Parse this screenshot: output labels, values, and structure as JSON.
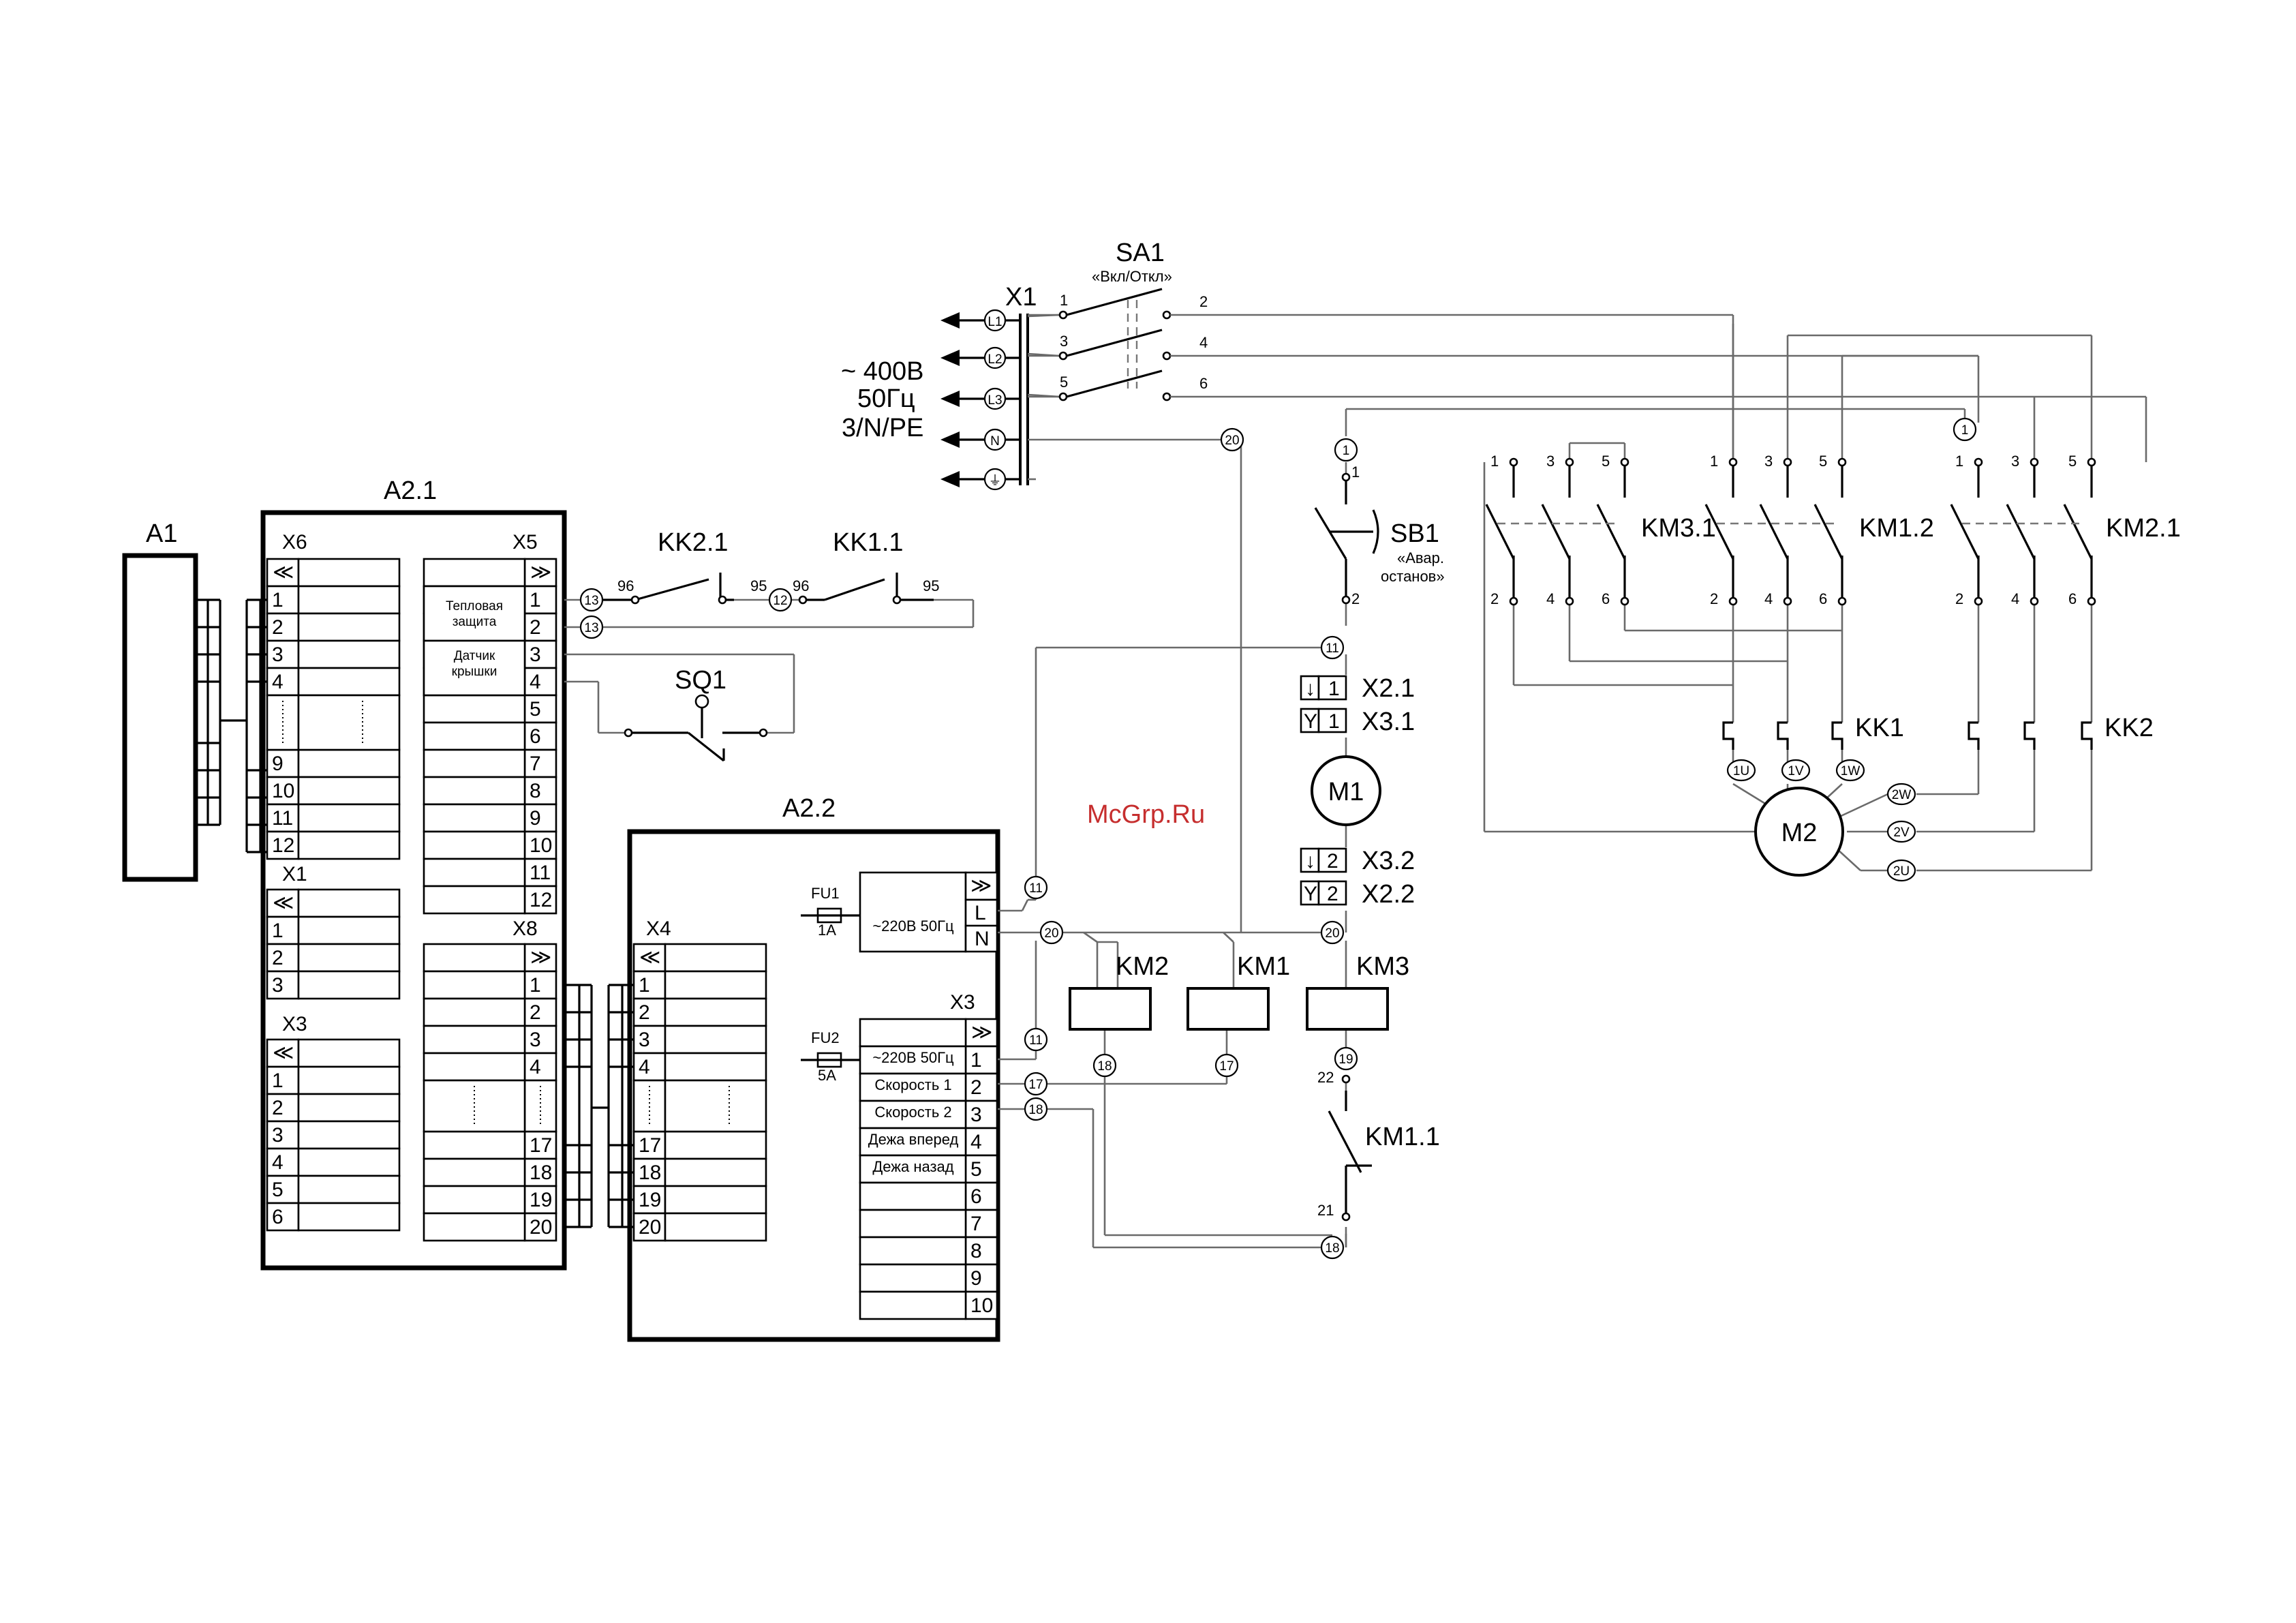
{
  "designations": {
    "a1": "A1",
    "a21": "A2.1",
    "a22": "A2.2",
    "x1": "X1",
    "sa1": "SA1",
    "sa1_desc": "«Вкл/Откл»",
    "supply_voltage": "~ 400В",
    "supply_freq": "50Гц",
    "supply_system": "3/N/PE",
    "kk21": "KK2.1",
    "kk11": "KK1.1",
    "sq1": "SQ1",
    "sb1": "SB1",
    "sb1_desc1": "«Авар.",
    "sb1_desc2": "останов»",
    "x21": "X2.1",
    "x31": "X3.1",
    "x32": "X3.2",
    "x22": "X2.2",
    "m1": "M1",
    "m2": "M2",
    "km31": "KM3.1",
    "km12": "KM1.2",
    "km21": "KM2.1",
    "kk1": "KK1",
    "kk2": "KK2",
    "km2": "KM2",
    "km1": "KM1",
    "km3": "KM3",
    "km11": "KM1.1",
    "fu1": "FU1",
    "fu1_rating": "1A",
    "fu2": "FU2",
    "fu2_rating": "5A"
  },
  "input_terminals": [
    "L1",
    "L2",
    "L3",
    "N",
    "⏚"
  ],
  "sa1_poles": {
    "in": [
      "1",
      "3",
      "5"
    ],
    "out": [
      "2",
      "4",
      "6"
    ]
  },
  "kk_pins": {
    "kk21_left": "96",
    "kk21_right": "95",
    "kk11_left": "96",
    "kk11_right": "95"
  },
  "sb1_pins": {
    "top": "1",
    "bottom": "2"
  },
  "km11_pins": {
    "top": "22",
    "bottom": "21"
  },
  "contactor_pins": {
    "top": [
      "1",
      "3",
      "5"
    ],
    "bottom": [
      "2",
      "4",
      "6"
    ]
  },
  "wire_markers": {
    "w1": "1",
    "w11": "11",
    "w12": "12",
    "w13": "13",
    "w17": "17",
    "w18": "18",
    "w19": "19",
    "w20": "20"
  },
  "m2_terminals": [
    "1U",
    "1V",
    "1W",
    "2W",
    "2V",
    "2U"
  ],
  "a21_blocks": {
    "x6": {
      "title": "X6",
      "arrow": "≪",
      "rows": [
        "1",
        "2",
        "3",
        "4",
        "9",
        "10",
        "11",
        "12"
      ]
    },
    "x5": {
      "title": "X5",
      "arrow": "≫",
      "rows": [
        "1",
        "2",
        "3",
        "4",
        "5",
        "6",
        "7",
        "8",
        "9",
        "10",
        "11",
        "12"
      ],
      "labels": {
        "thermal1": "Тепловая",
        "thermal2": "защита",
        "cover1": "Датчик",
        "cover2": "крышки"
      }
    },
    "x1": {
      "title": "X1",
      "arrow": "≪",
      "rows": [
        "1",
        "2",
        "3"
      ]
    },
    "x3": {
      "title": "X3",
      "arrow": "≪",
      "rows": [
        "1",
        "2",
        "3",
        "4",
        "5",
        "6"
      ]
    },
    "x8": {
      "title": "X8",
      "arrow": "≫",
      "rows": [
        "1",
        "2",
        "3",
        "4",
        "17",
        "18",
        "19",
        "20"
      ]
    }
  },
  "a22_blocks": {
    "x4": {
      "title": "X4",
      "arrow": "≪",
      "rows": [
        "1",
        "2",
        "3",
        "4",
        "17",
        "18",
        "19",
        "20"
      ]
    },
    "supply": {
      "arrow": "≫",
      "label": "~220В 50Гц",
      "pins": [
        "L",
        "N"
      ]
    },
    "x3": {
      "title": "X3",
      "arrow": "≫",
      "rows": [
        "1",
        "2",
        "3",
        "4",
        "5",
        "6",
        "7",
        "8",
        "9",
        "10"
      ],
      "labels": [
        "~220В 50Гц",
        "Скорость 1",
        "Скорость 2",
        "Дежа вперед",
        "Дежа назад"
      ]
    }
  },
  "terminal_digits": {
    "one": "1",
    "two": "2"
  },
  "watermark": "McGrp.Ru"
}
